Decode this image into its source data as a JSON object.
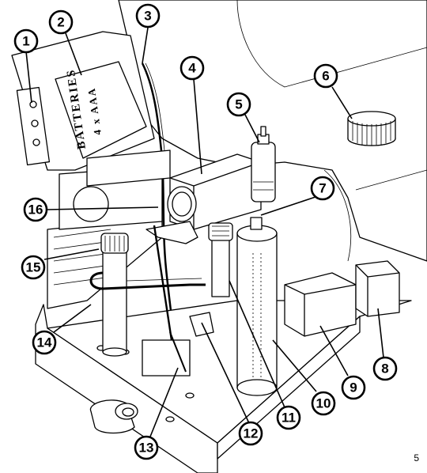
{
  "diagram": {
    "battery_lid_text_line1": "BATTERIES",
    "battery_lid_text_line2": "4 x AAA",
    "page_number": "5",
    "callouts": [
      {
        "id": "1",
        "label": "1"
      },
      {
        "id": "2",
        "label": "2"
      },
      {
        "id": "3",
        "label": "3"
      },
      {
        "id": "4",
        "label": "4"
      },
      {
        "id": "5",
        "label": "5"
      },
      {
        "id": "6",
        "label": "6"
      },
      {
        "id": "7",
        "label": "7"
      },
      {
        "id": "8",
        "label": "8"
      },
      {
        "id": "9",
        "label": "9"
      },
      {
        "id": "10",
        "label": "10"
      },
      {
        "id": "11",
        "label": "11"
      },
      {
        "id": "12",
        "label": "12"
      },
      {
        "id": "13",
        "label": "13"
      },
      {
        "id": "14",
        "label": "14"
      },
      {
        "id": "15",
        "label": "15"
      },
      {
        "id": "16",
        "label": "16"
      }
    ]
  }
}
